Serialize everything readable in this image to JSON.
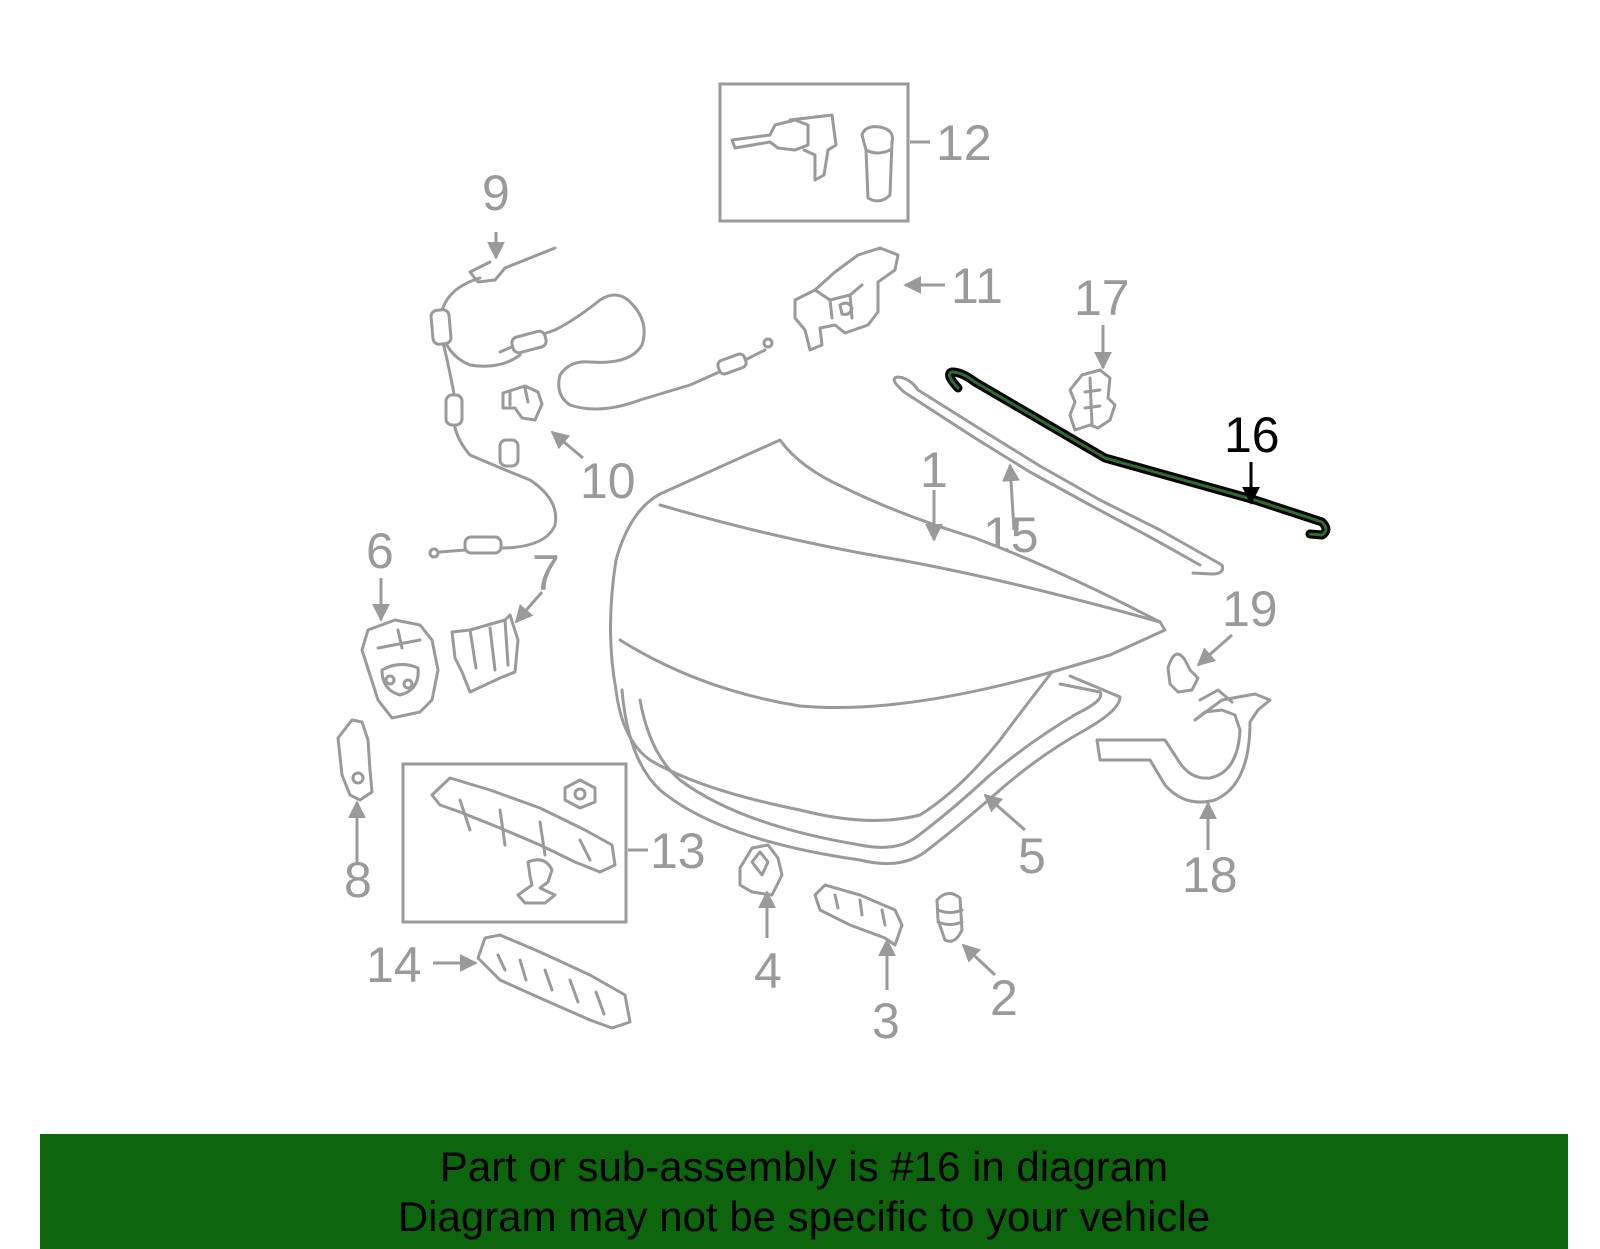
{
  "callouts": {
    "c1": "1",
    "c2": "2",
    "c3": "3",
    "c4": "4",
    "c5": "5",
    "c6": "6",
    "c7": "7",
    "c8": "8",
    "c9": "9",
    "c10": "10",
    "c11": "11",
    "c12": "12",
    "c13": "13",
    "c14": "14",
    "c15": "15",
    "c16": "16",
    "c17": "17",
    "c18": "18",
    "c19": "19"
  },
  "highlighted_part": "16",
  "banner": {
    "line1": "Part or sub-assembly is #16 in diagram",
    "line2": "Diagram may not be specific to your vehicle",
    "background_color": "#0d650d"
  },
  "colors": {
    "part_stroke": "#9a9a9a",
    "highlight_stroke": "#000000",
    "highlight_inner": "#2e6b2e"
  }
}
